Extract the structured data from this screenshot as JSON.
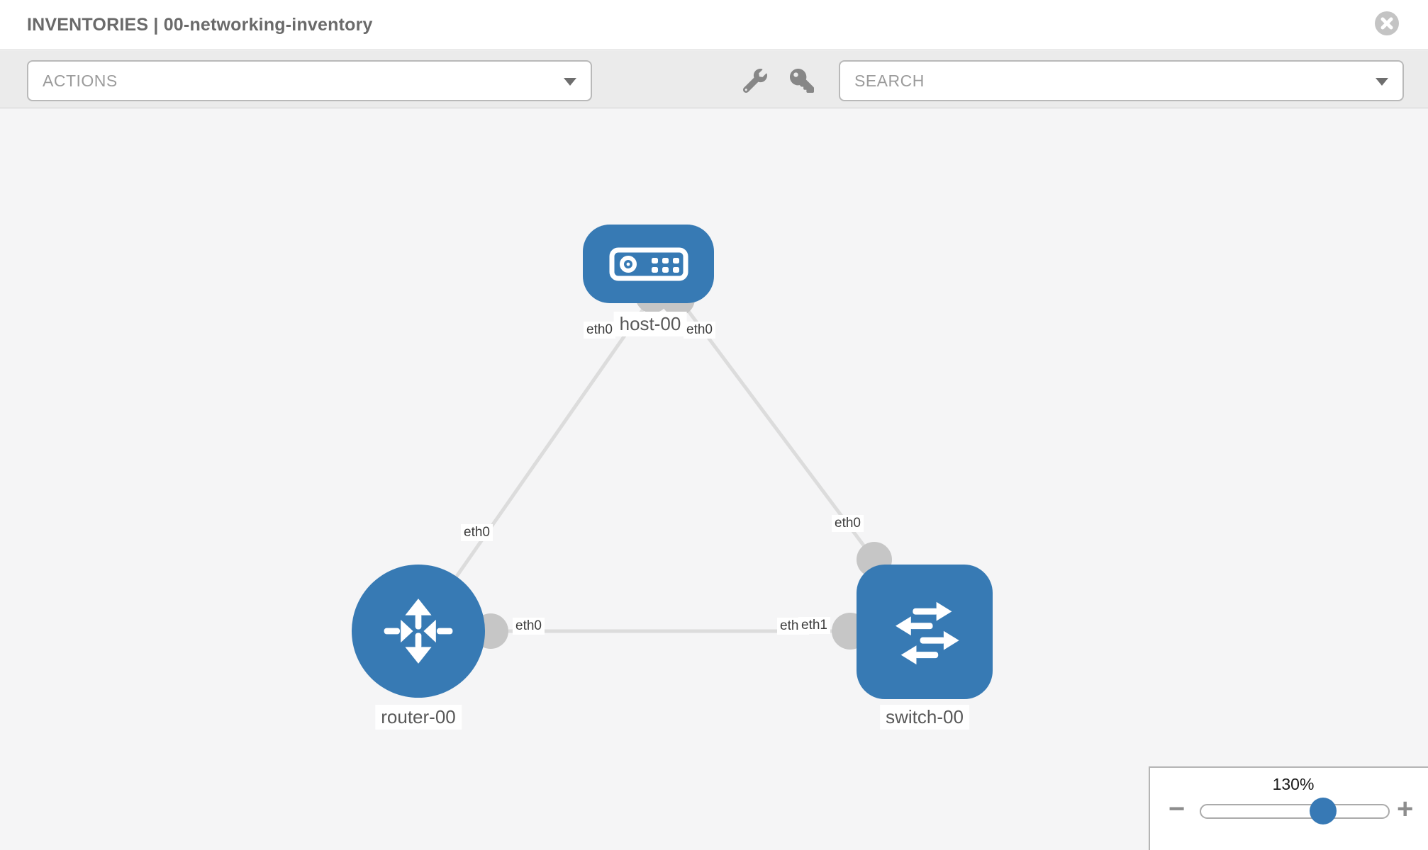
{
  "header": {
    "title": "INVENTORIES | 00-networking-inventory"
  },
  "toolbar": {
    "actions_label": "ACTIONS",
    "search_label": "SEARCH"
  },
  "topology": {
    "nodes": [
      {
        "label": "host-00",
        "type": "host"
      },
      {
        "label": "router-00",
        "type": "router"
      },
      {
        "label": "switch-00",
        "type": "switch"
      }
    ],
    "links": [
      {
        "from": "router-00",
        "to": "host-00",
        "from_interface": "eth0",
        "to_interface": "eth0"
      },
      {
        "from": "host-00",
        "to": "switch-00",
        "from_interface": "eth0",
        "to_interface": "eth0"
      },
      {
        "from": "router-00",
        "to": "switch-00",
        "from_interface": "eth0",
        "to_interface": "eth1"
      }
    ],
    "interface_labels": {
      "router_host_near_router": "eth0",
      "router_host_near_host": "eth0",
      "host_switch_near_host": "eth0",
      "host_switch_near_switch": "eth0",
      "router_switch_near_router": "eth0",
      "router_switch_near_switch_under": "eth0",
      "router_switch_near_switch_over": "eth1"
    }
  },
  "zoom_control": {
    "level": "130%",
    "minus_label": "−",
    "plus_label": "+"
  },
  "colors": {
    "node_blue": "#377ab4",
    "link_gray": "#dcdcdc",
    "stub_gray": "#c6c6c6",
    "toolbar_bg": "#ebebeb",
    "icon_gray": "#878787"
  }
}
